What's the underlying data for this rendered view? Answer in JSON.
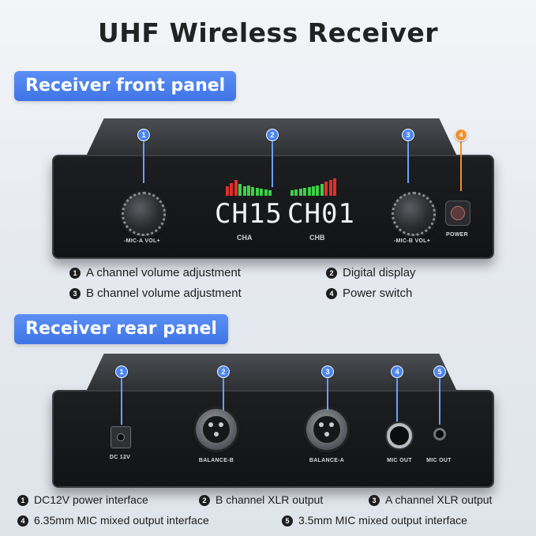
{
  "title": "UHF Wireless Receiver",
  "front": {
    "section_label": "Receiver front panel",
    "knob_a_label": "-MIC-A VOL+",
    "knob_b_label": "-MIC-B VOL+",
    "power_label": "POWER",
    "display_left": "CH15",
    "display_right": "CH01",
    "display_left_label": "CHA",
    "display_right_label": "CHB",
    "callouts": [
      "1",
      "2",
      "3",
      "4"
    ],
    "features": [
      {
        "num": "1",
        "text": "A channel volume adjustment"
      },
      {
        "num": "2",
        "text": "Digital display"
      },
      {
        "num": "3",
        "text": "B channel volume adjustment"
      },
      {
        "num": "4",
        "text": "Power switch"
      }
    ],
    "meter_levels_a": [
      0.55,
      0.75,
      0.9,
      0.7,
      0.55,
      0.6,
      0.5,
      0.45,
      0.4,
      0.35,
      0.3
    ],
    "meter_levels_b": [
      0.3,
      0.35,
      0.4,
      0.45,
      0.5,
      0.55,
      0.6,
      0.7,
      0.8,
      0.9,
      1.0
    ]
  },
  "rear": {
    "section_label": "Receiver rear panel",
    "dc_label": "DC 12V",
    "balance_b_label": "BALANCE-B",
    "balance_a_label": "BALANCE-A",
    "mic_out_label_1": "MIC OUT",
    "mic_out_label_2": "MIC OUT",
    "callouts": [
      "1",
      "2",
      "3",
      "4",
      "5"
    ],
    "features": [
      {
        "num": "1",
        "text": "DC12V power interface"
      },
      {
        "num": "2",
        "text": "B channel XLR output"
      },
      {
        "num": "3",
        "text": "A channel XLR output"
      },
      {
        "num": "4",
        "text": "6.35mm MIC mixed output interface"
      },
      {
        "num": "5",
        "text": "3.5mm MIC mixed output interface"
      }
    ]
  },
  "colors": {
    "accent_blue": "#4c86f0",
    "power_orange": "#f0902a",
    "meter_green": "#3fcf4a",
    "meter_red": "#e0302a"
  }
}
